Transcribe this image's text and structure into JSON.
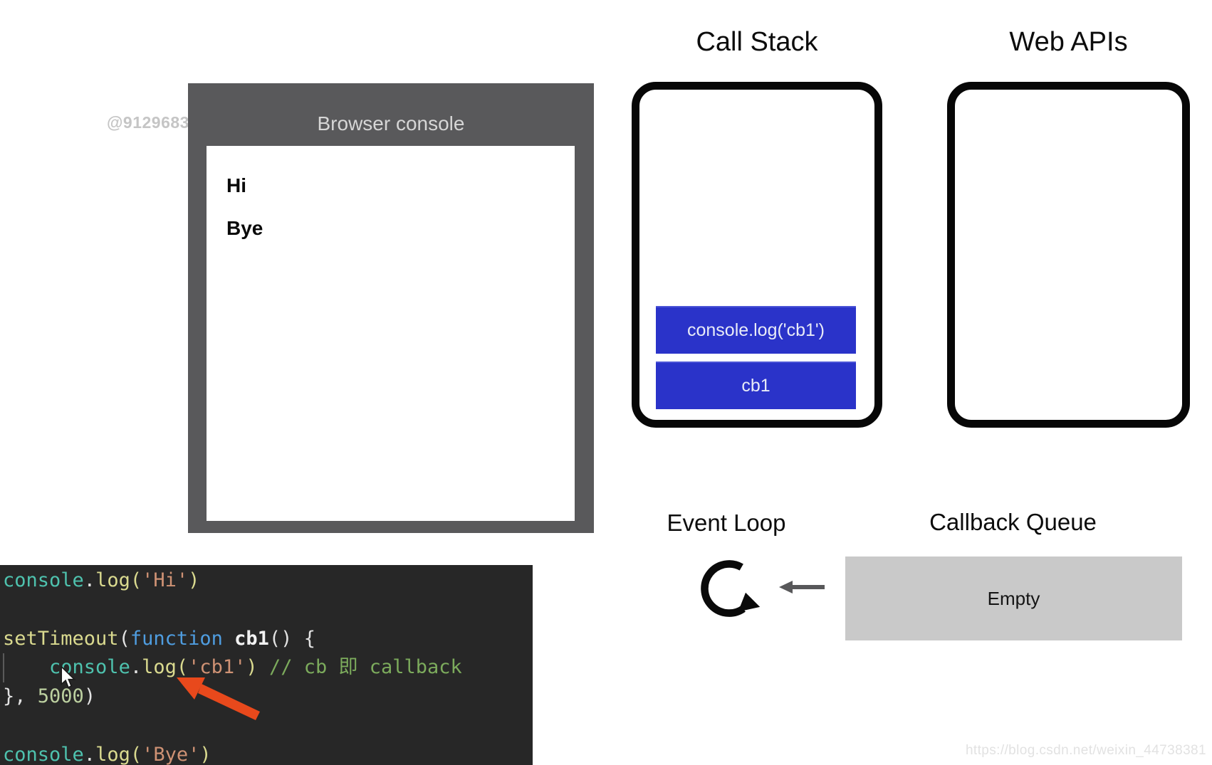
{
  "watermarks": {
    "top_left": "@9129683",
    "bottom_right": "https://blog.csdn.net/weixin_44738381"
  },
  "browser_console": {
    "title": "Browser console",
    "logs": [
      "Hi",
      "Bye"
    ]
  },
  "call_stack": {
    "title": "Call Stack",
    "frames": [
      "console.log('cb1')",
      "cb1"
    ]
  },
  "web_apis": {
    "title": "Web APIs",
    "items": []
  },
  "event_loop": {
    "title": "Event Loop",
    "loop_icon": "clockwise-loop-arrow-icon",
    "arrow_from_queue_icon": "left-arrow-icon"
  },
  "callback_queue": {
    "title": "Callback Queue",
    "status": "Empty"
  },
  "code_editor": {
    "lines": [
      [
        {
          "t": "console",
          "c": "builtin"
        },
        {
          "t": ".",
          "c": "punct"
        },
        {
          "t": "log",
          "c": "method"
        },
        {
          "t": "(",
          "c": "method"
        },
        {
          "t": "'Hi'",
          "c": "string"
        },
        {
          "t": ")",
          "c": "method"
        }
      ],
      [],
      [
        {
          "t": "setTimeout",
          "c": "method"
        },
        {
          "t": "(",
          "c": "punct"
        },
        {
          "t": "function",
          "c": "keyword"
        },
        {
          "t": " ",
          "c": "punct"
        },
        {
          "t": "cb1",
          "c": "fname"
        },
        {
          "t": "() {",
          "c": "punct"
        }
      ],
      [
        {
          "t": "    ",
          "c": "punct"
        },
        {
          "t": "console",
          "c": "builtin"
        },
        {
          "t": ".",
          "c": "punct"
        },
        {
          "t": "log",
          "c": "method"
        },
        {
          "t": "(",
          "c": "method"
        },
        {
          "t": "'cb1'",
          "c": "string"
        },
        {
          "t": ")",
          "c": "method"
        },
        {
          "t": " ",
          "c": "punct"
        },
        {
          "t": "// cb 即 callback",
          "c": "comment"
        }
      ],
      [
        {
          "t": "}, ",
          "c": "punct"
        },
        {
          "t": "5000",
          "c": "number"
        },
        {
          "t": ")",
          "c": "punct"
        }
      ],
      [],
      [
        {
          "t": "console",
          "c": "builtin"
        },
        {
          "t": ".",
          "c": "punct"
        },
        {
          "t": "log",
          "c": "method"
        },
        {
          "t": "(",
          "c": "method"
        },
        {
          "t": "'Bye'",
          "c": "string"
        },
        {
          "t": ")",
          "c": "method"
        }
      ]
    ]
  },
  "annotations": {
    "red_arrow": "red-annotation-arrow-icon",
    "mouse_cursor": "mouse-pointer-icon"
  },
  "colors": {
    "stack_frame_blue": "#2a33c9",
    "console_window_gray": "#59595b",
    "callback_queue_gray": "#c9c9c9",
    "annotation_arrow_red": "#e8491c",
    "code_background": "#272727",
    "box_border_black": "#070707"
  }
}
